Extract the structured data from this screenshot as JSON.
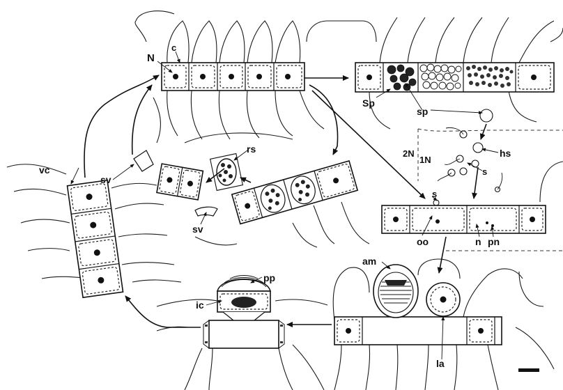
{
  "labels": {
    "N": "N",
    "c": "c",
    "Sp": "Sp",
    "sp": "sp",
    "hs": "hs",
    "2N": "2N",
    "1N": "1N",
    "s1": "s",
    "s2": "s",
    "vc": "vc",
    "sv1": "sv",
    "sv2": "sv",
    "rs": "rs",
    "oo": "oo",
    "n": "n",
    "pn": "pn",
    "am": "am",
    "pp": "pp",
    "ic": "ic",
    "la": "la"
  }
}
